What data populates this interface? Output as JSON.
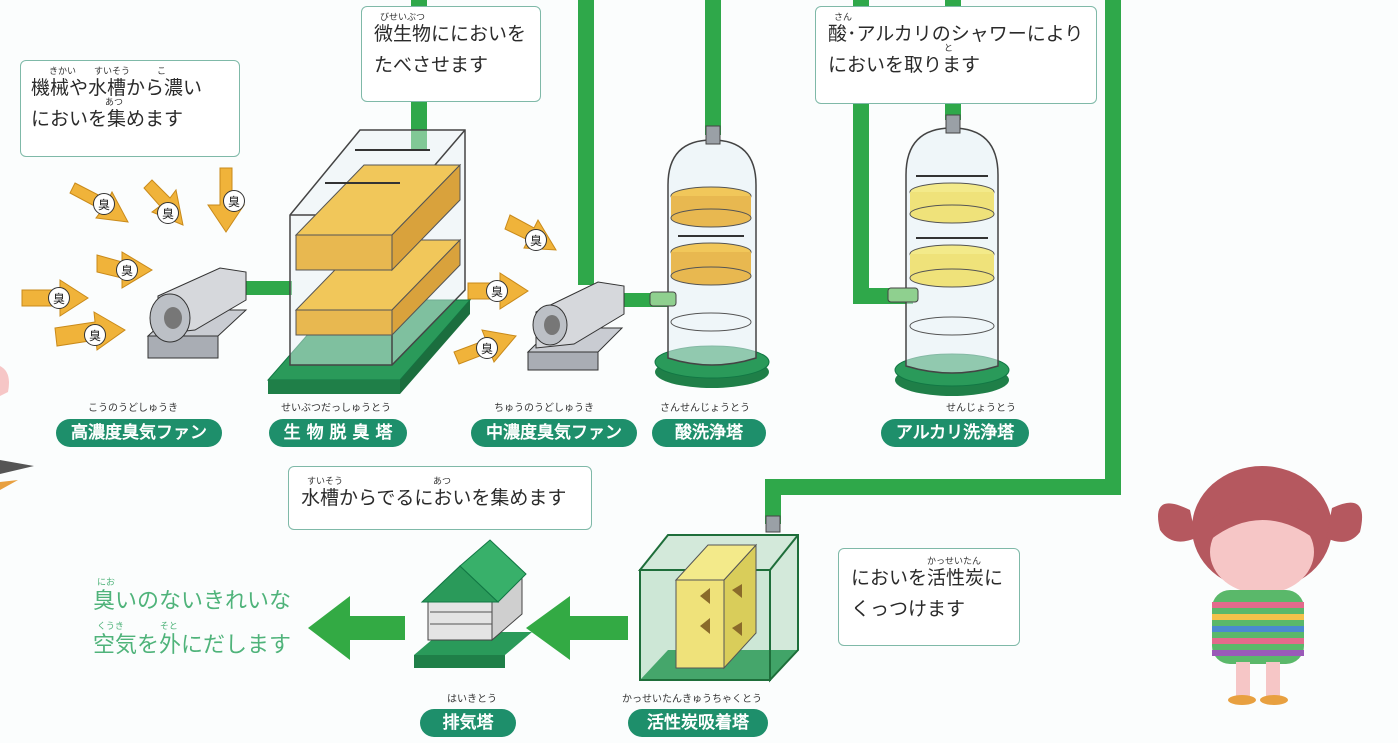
{
  "bubbles": {
    "machines": {
      "ruby": "きかい　　すいそう　　　こ",
      "line1": "機械や水槽から濃い",
      "ruby2": "あつ",
      "line2": "においを集めます"
    },
    "microbes": {
      "ruby": "びせいぶつ",
      "line1": "微生物ににおいを",
      "line2": "たべさせます"
    },
    "shower": {
      "ruby": "さん",
      "line1": "酸･アルカリのシャワーにより",
      "ruby2": "と",
      "line2": "においを取ります"
    },
    "tank": {
      "ruby": "すいそう　　　　　　　　　　あつ",
      "line1": "水槽からでるにおいを集めます"
    },
    "carbon": {
      "ruby": "かっせいたん",
      "line1": "においを活性炭に",
      "line2": "くっつけます"
    }
  },
  "labels": [
    {
      "id": "high-fan",
      "ruby": "こうのうどしゅうき",
      "text": "高濃度臭気ファン"
    },
    {
      "id": "bio-tower",
      "ruby": "せいぶつだっしゅうとう",
      "text": "生 物 脱 臭 塔"
    },
    {
      "id": "mid-fan",
      "ruby": "ちゅうのうどしゅうき",
      "text": "中濃度臭気ファン"
    },
    {
      "id": "acid-tower",
      "ruby": "さんせんじょうとう",
      "text": "酸洗浄塔"
    },
    {
      "id": "alkali-tower",
      "ruby": "せんじょうとう",
      "text": "アルカリ洗浄塔"
    },
    {
      "id": "exhaust-tower",
      "ruby": "はいきとう",
      "text": "排気塔"
    },
    {
      "id": "carbon-tower",
      "ruby": "かっせいたんきゅうちゃくとう",
      "text": "活性炭吸着塔"
    }
  ],
  "smell_char": "臭",
  "clean_air": {
    "ruby1": "にお",
    "line1": "臭いのないきれいな",
    "ruby2": "くうき　　　　そと",
    "line2": "空気を外にだします"
  },
  "colors": {
    "pipe": "#2fa84a",
    "label_bg": "#1e8f6b",
    "arrow": "#f0b33a",
    "sponge": "#e8b850",
    "sponge_yellow": "#efe27a",
    "base": "#2a9a5a"
  }
}
